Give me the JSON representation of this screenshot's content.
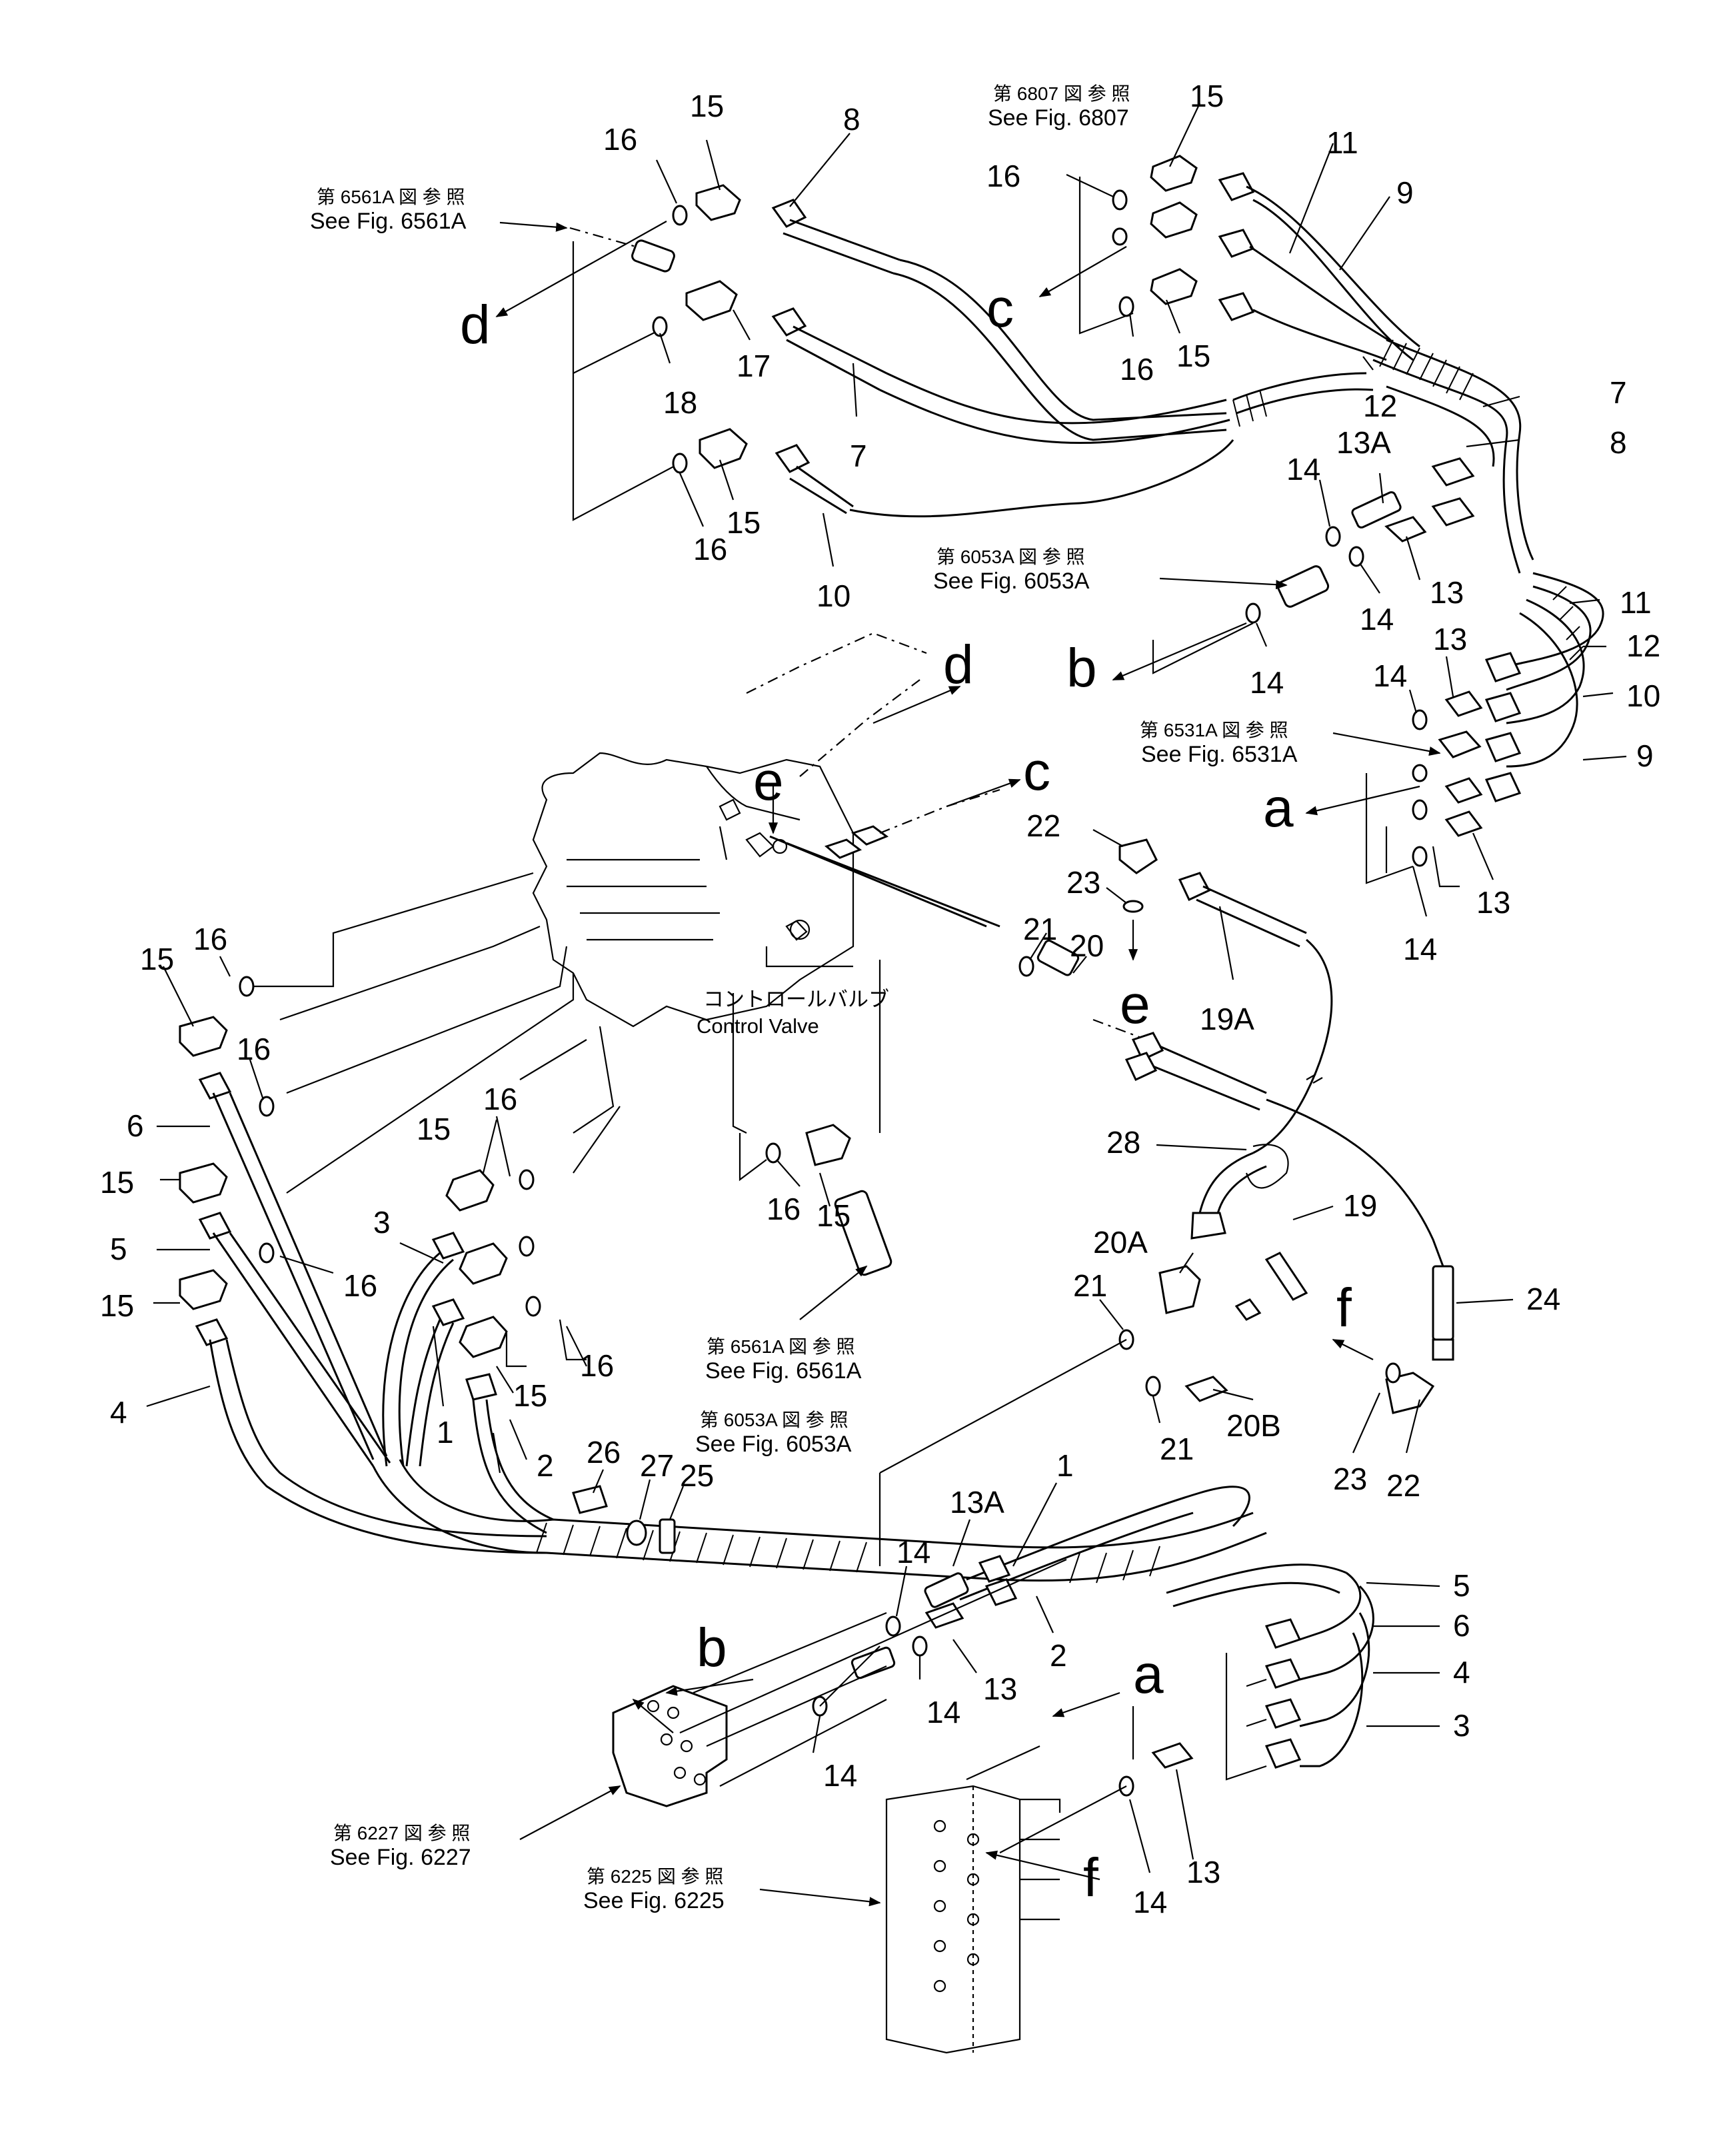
{
  "callouts": [
    {
      "id": "c-15-a",
      "text": "15"
    },
    {
      "id": "c-16-a",
      "text": "16"
    },
    {
      "id": "c-8-a",
      "text": "8"
    },
    {
      "id": "c-18",
      "text": "18"
    },
    {
      "id": "c-17",
      "text": "17"
    },
    {
      "id": "c-7-a",
      "text": "7"
    },
    {
      "id": "c-15-b",
      "text": "15"
    },
    {
      "id": "c-16-b",
      "text": "16"
    },
    {
      "id": "c-10-a",
      "text": "10"
    },
    {
      "id": "c-15-c",
      "text": "15"
    },
    {
      "id": "c-16-c",
      "text": "16"
    },
    {
      "id": "c-11-a",
      "text": "11"
    },
    {
      "id": "c-9-a",
      "text": "9"
    },
    {
      "id": "c-16-d",
      "text": "16"
    },
    {
      "id": "c-15-d",
      "text": "15"
    },
    {
      "id": "c-12-a",
      "text": "12"
    },
    {
      "id": "c-7-b",
      "text": "7"
    },
    {
      "id": "c-8-b",
      "text": "8"
    },
    {
      "id": "c-13A-a",
      "text": "13A"
    },
    {
      "id": "c-14-a",
      "text": "14"
    },
    {
      "id": "c-14-b",
      "text": "14"
    },
    {
      "id": "c-13-a",
      "text": "13"
    },
    {
      "id": "c-14-c",
      "text": "14"
    },
    {
      "id": "c-11-b",
      "text": "11"
    },
    {
      "id": "c-12-b",
      "text": "12"
    },
    {
      "id": "c-10-b",
      "text": "10"
    },
    {
      "id": "c-9-b",
      "text": "9"
    },
    {
      "id": "c-13-b",
      "text": "13"
    },
    {
      "id": "c-14-d",
      "text": "14"
    },
    {
      "id": "c-13-c",
      "text": "13"
    },
    {
      "id": "c-14-e",
      "text": "14"
    },
    {
      "id": "c-22-a",
      "text": "22"
    },
    {
      "id": "c-23-a",
      "text": "23"
    },
    {
      "id": "c-21-a",
      "text": "21"
    },
    {
      "id": "c-20",
      "text": "20"
    },
    {
      "id": "c-19A",
      "text": "19A"
    },
    {
      "id": "c-28",
      "text": "28"
    },
    {
      "id": "c-19",
      "text": "19"
    },
    {
      "id": "c-20A",
      "text": "20A"
    },
    {
      "id": "c-21-b",
      "text": "21"
    },
    {
      "id": "c-24",
      "text": "24"
    },
    {
      "id": "c-21-c",
      "text": "21"
    },
    {
      "id": "c-20B",
      "text": "20B"
    },
    {
      "id": "c-23-b",
      "text": "23"
    },
    {
      "id": "c-22-b",
      "text": "22"
    },
    {
      "id": "c-16-e",
      "text": "16"
    },
    {
      "id": "c-15-e",
      "text": "15"
    },
    {
      "id": "c-16-f",
      "text": "16"
    },
    {
      "id": "c-16-g",
      "text": "16"
    },
    {
      "id": "c-15-f",
      "text": "15"
    },
    {
      "id": "c-6",
      "text": "6"
    },
    {
      "id": "c-15-g",
      "text": "15"
    },
    {
      "id": "c-16-h",
      "text": "16"
    },
    {
      "id": "c-3",
      "text": "3"
    },
    {
      "id": "c-5",
      "text": "5"
    },
    {
      "id": "c-16-i",
      "text": "16"
    },
    {
      "id": "c-15-h",
      "text": "15"
    },
    {
      "id": "c-16-j",
      "text": "16"
    },
    {
      "id": "c-15-i",
      "text": "15"
    },
    {
      "id": "c-1-a",
      "text": "1"
    },
    {
      "id": "c-4",
      "text": "4"
    },
    {
      "id": "c-2-a",
      "text": "2"
    },
    {
      "id": "c-16-k",
      "text": "16"
    },
    {
      "id": "c-15-j",
      "text": "15"
    },
    {
      "id": "c-26",
      "text": "26"
    },
    {
      "id": "c-27",
      "text": "27"
    },
    {
      "id": "c-25",
      "text": "25"
    },
    {
      "id": "c-1-b",
      "text": "1"
    },
    {
      "id": "c-13A-b",
      "text": "13A"
    },
    {
      "id": "c-14-f",
      "text": "14"
    },
    {
      "id": "c-2-b",
      "text": "2"
    },
    {
      "id": "c-13-d",
      "text": "13"
    },
    {
      "id": "c-14-g",
      "text": "14"
    },
    {
      "id": "c-5-b",
      "text": "5"
    },
    {
      "id": "c-6-b",
      "text": "6"
    },
    {
      "id": "c-4-b",
      "text": "4"
    },
    {
      "id": "c-3-b",
      "text": "3"
    },
    {
      "id": "c-14-h",
      "text": "14"
    },
    {
      "id": "c-13-e",
      "text": "13"
    },
    {
      "id": "c-14-i",
      "text": "14"
    }
  ],
  "connection_letters": [
    {
      "id": "L-d-1",
      "text": "d"
    },
    {
      "id": "L-c-1",
      "text": "c"
    },
    {
      "id": "L-b-1",
      "text": "b"
    },
    {
      "id": "L-a-1",
      "text": "a"
    },
    {
      "id": "L-d-2",
      "text": "d"
    },
    {
      "id": "L-e-1",
      "text": "e"
    },
    {
      "id": "L-c-2",
      "text": "c"
    },
    {
      "id": "L-e-2",
      "text": "e"
    },
    {
      "id": "L-f-1",
      "text": "f"
    },
    {
      "id": "L-b-2",
      "text": "b"
    },
    {
      "id": "L-a-2",
      "text": "a"
    },
    {
      "id": "L-f-2",
      "text": "f"
    }
  ],
  "references": [
    {
      "id": "ref-6561A-top",
      "jp": "第 6561A 図 参 照",
      "en": "See Fig. 6561A"
    },
    {
      "id": "ref-6807",
      "jp": "第 6807 図 参 照",
      "en": "See Fig. 6807"
    },
    {
      "id": "ref-6053A-top",
      "jp": "第 6053A 図 参 照",
      "en": "See Fig. 6053A"
    },
    {
      "id": "ref-6531A",
      "jp": "第 6531A 図 参 照",
      "en": "See Fig. 6531A"
    },
    {
      "id": "ref-6561A-mid",
      "jp": "第 6561A 図 参 照",
      "en": "See Fig. 6561A"
    },
    {
      "id": "ref-6053A-mid",
      "jp": "第 6053A 図 参 照",
      "en": "See Fig. 6053A"
    },
    {
      "id": "ref-6227",
      "jp": "第 6227 図 参 照",
      "en": "See Fig. 6227"
    },
    {
      "id": "ref-6225",
      "jp": "第 6225 図 参 照",
      "en": "See Fig. 6225"
    }
  ],
  "control_valve": {
    "jp": "コントロールバルブ",
    "en": "Control Valve"
  }
}
